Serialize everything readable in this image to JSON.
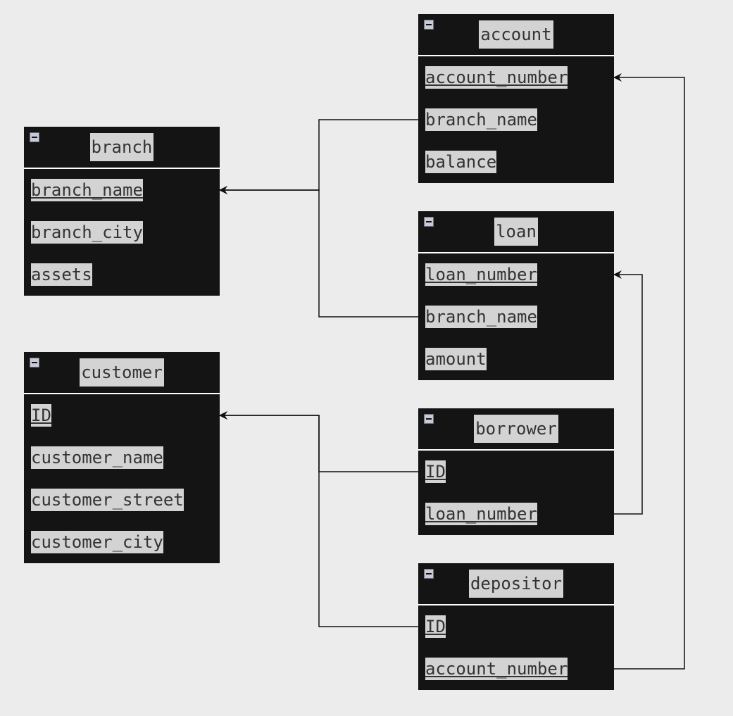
{
  "colors": {
    "entity_bg": "#141414",
    "label_bg": "#d3d3d3",
    "text": "#333333",
    "link": "#111111",
    "canvas": "#ececec"
  },
  "entities": [
    {
      "id": "account",
      "title": "account",
      "fields": [
        {
          "name": "account_number",
          "key": true
        },
        {
          "name": "branch_name",
          "key": false
        },
        {
          "name": "balance",
          "key": false
        }
      ]
    },
    {
      "id": "branch",
      "title": "branch",
      "fields": [
        {
          "name": "branch_name",
          "key": true
        },
        {
          "name": "branch_city",
          "key": false
        },
        {
          "name": "assets",
          "key": false
        }
      ]
    },
    {
      "id": "loan",
      "title": "loan",
      "fields": [
        {
          "name": "loan_number",
          "key": true
        },
        {
          "name": "branch_name",
          "key": false
        },
        {
          "name": "amount",
          "key": false
        }
      ]
    },
    {
      "id": "customer",
      "title": "customer",
      "fields": [
        {
          "name": "ID",
          "key": true
        },
        {
          "name": "customer_name",
          "key": false
        },
        {
          "name": "customer_street",
          "key": false
        },
        {
          "name": "customer_city",
          "key": false
        }
      ]
    },
    {
      "id": "borrower",
      "title": "borrower",
      "fields": [
        {
          "name": "ID",
          "key": true
        },
        {
          "name": "loan_number",
          "key": true
        }
      ]
    },
    {
      "id": "depositor",
      "title": "depositor",
      "fields": [
        {
          "name": "ID",
          "key": true
        },
        {
          "name": "account_number",
          "key": true
        }
      ]
    }
  ],
  "relationships": [
    {
      "from": "account.branch_name",
      "to": "branch.branch_name"
    },
    {
      "from": "loan.branch_name",
      "to": "branch.branch_name"
    },
    {
      "from": "borrower.ID",
      "to": "customer.ID"
    },
    {
      "from": "depositor.ID",
      "to": "customer.ID"
    },
    {
      "from": "borrower.loan_number",
      "to": "loan.loan_number"
    },
    {
      "from": "depositor.account_number",
      "to": "account.account_number"
    }
  ]
}
